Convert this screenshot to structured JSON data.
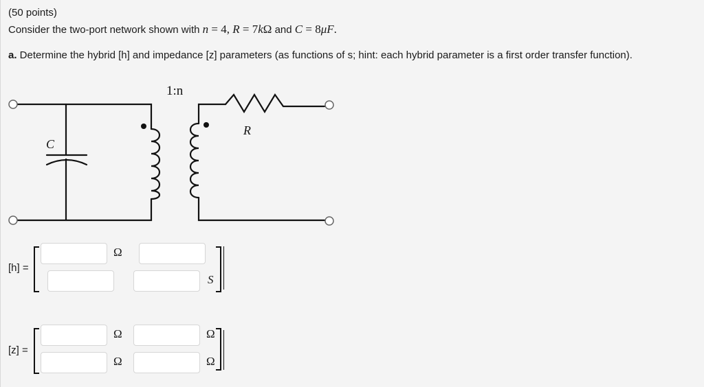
{
  "problem": {
    "points": "(50 points)",
    "intro_prefix": "Consider the two-port network shown with ",
    "given": {
      "n_var": "n",
      "n_eq": " = 4, ",
      "R_var": "R",
      "R_eq": " = 7",
      "R_unit_k": "k",
      "R_unit_ohm": "Ω",
      "and": " and ",
      "C_var": "C",
      "C_eq": " = 8",
      "C_unit_mu": "μ",
      "C_unit_F": "F",
      "period": "."
    },
    "part_a_label": "a.",
    "part_a_text": " Determine the hybrid [h] and impedance [z] parameters (as functions of s; hint: each hybrid parameter is a first order transfer function)."
  },
  "circuit": {
    "turns_ratio_label": "1:n",
    "capacitor_label": "C",
    "resistor_label": "R"
  },
  "h_matrix": {
    "label": "[h] =",
    "cells": [
      {
        "value": "",
        "unit": "Ω"
      },
      {
        "value": "",
        "unit": ""
      },
      {
        "value": "",
        "unit": ""
      },
      {
        "value": "",
        "unit": "S"
      }
    ]
  },
  "z_matrix": {
    "label": "[z] =",
    "cells": [
      {
        "value": "",
        "unit": "Ω"
      },
      {
        "value": "",
        "unit": "Ω"
      },
      {
        "value": "",
        "unit": "Ω"
      },
      {
        "value": "",
        "unit": "Ω"
      }
    ]
  }
}
